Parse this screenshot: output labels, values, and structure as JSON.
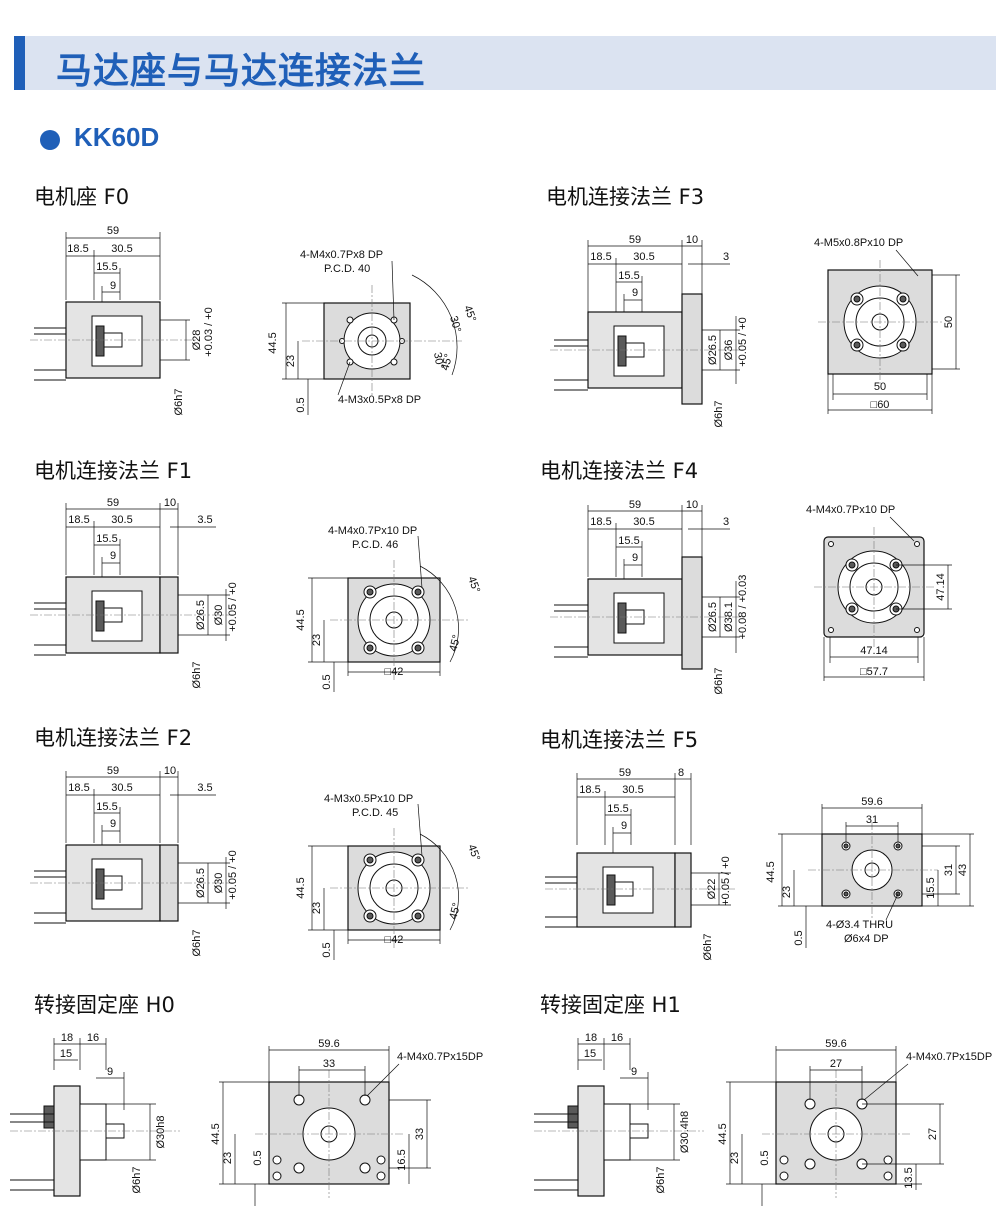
{
  "header": {
    "title": "马达座与马达连接法兰"
  },
  "section": {
    "label": "KK60D"
  },
  "drawings": [
    {
      "id": "F0",
      "title": "电机座 F0",
      "side": {
        "top": "59",
        "d1": "18.5",
        "d2": "30.5",
        "d3": "15.5",
        "d4": "9",
        "v1": "Ø28",
        "v1tol": "+0.03 / +0",
        "v2": "Ø6h7"
      },
      "front": {
        "callout1": "4-M4x0.7Px8 DP",
        "callout2": "P.C.D. 40",
        "callout3": "4-M3x0.5Px8 DP",
        "h1": "44.5",
        "h2": "23",
        "h3": "0.5",
        "a1": "45°",
        "a2": "30°",
        "a3": "30°",
        "a4": "45°"
      }
    },
    {
      "id": "F3",
      "title": "电机连接法兰  F3",
      "side": {
        "top": "59",
        "top2": "10",
        "d1": "18.5",
        "d2": "30.5",
        "d3": "15.5",
        "d4": "9",
        "d5": "3",
        "v1": "Ø26.5",
        "v2": "Ø36",
        "v2tol": "+0.05 / +0",
        "v3": "Ø6h7"
      },
      "front": {
        "callout1": "4-M5x0.8Px10 DP",
        "h1": "50",
        "w1": "50",
        "w2": "□60"
      }
    },
    {
      "id": "F1",
      "title": "电机连接法兰  F1",
      "side": {
        "top": "59",
        "top2": "10",
        "d1": "18.5",
        "d2": "30.5",
        "d3": "15.5",
        "d4": "9",
        "d5": "3.5",
        "v1": "Ø26.5",
        "v2": "Ø30",
        "v2tol": "+0.05 / +0",
        "v3": "Ø6h7"
      },
      "front": {
        "callout1": "4-M4x0.7Px10 DP",
        "callout2": "P.C.D. 46",
        "h1": "44.5",
        "h2": "23",
        "h3": "0.5",
        "w1": "□42",
        "a1": "45°",
        "a2": "45°"
      }
    },
    {
      "id": "F4",
      "title": "电机连接法兰  F4",
      "side": {
        "top": "59",
        "top2": "10",
        "d1": "18.5",
        "d2": "30.5",
        "d3": "15.5",
        "d4": "9",
        "d5": "3",
        "v1": "Ø26.5",
        "v2": "Ø38.1",
        "v2tol": "+0.08 / +0.03",
        "v3": "Ø6h7"
      },
      "front": {
        "callout1": "4-M4x0.7Px10 DP",
        "h1": "47.14",
        "w1": "47.14",
        "w2": "□57.7"
      }
    },
    {
      "id": "F2",
      "title": "电机连接法兰  F2",
      "side": {
        "top": "59",
        "top2": "10",
        "d1": "18.5",
        "d2": "30.5",
        "d3": "15.5",
        "d4": "9",
        "d5": "3.5",
        "v1": "Ø26.5",
        "v2": "Ø30",
        "v2tol": "+0.05 / +0",
        "v3": "Ø6h7"
      },
      "front": {
        "callout1": "4-M3x0.5Px10 DP",
        "callout2": "P.C.D. 45",
        "h1": "44.5",
        "h2": "23",
        "h3": "0.5",
        "w1": "□42",
        "a1": "45°",
        "a2": "45°"
      }
    },
    {
      "id": "F5",
      "title": "电机连接法兰  F5",
      "side": {
        "top": "59",
        "top2": "8",
        "d1": "18.5",
        "d2": "30.5",
        "d3": "15.5",
        "d4": "9",
        "v1": "Ø22",
        "v1tol": "+0.05 / +0",
        "v2": "Ø6h7"
      },
      "front": {
        "w1": "59.6",
        "w2": "31",
        "h1": "44.5",
        "h2": "23",
        "h3": "0.5",
        "h4": "15.5",
        "h5": "31",
        "h6": "43",
        "callout1": "4-Ø3.4 THRU",
        "callout2": "Ø6x4 DP"
      }
    },
    {
      "id": "H0",
      "title": "转接固定座 H0",
      "side": {
        "d1": "18",
        "d2": "16",
        "d3": "15",
        "d4": "9",
        "v1": "Ø30h8",
        "v2": "Ø6h7"
      },
      "front": {
        "w1": "59.6",
        "w2": "33",
        "callout1": "4-M4x0.7Px15DP",
        "h1": "44.5",
        "h2": "23",
        "h3": "0.5",
        "h4": "16.5",
        "h5": "33"
      }
    },
    {
      "id": "H1",
      "title": "转接固定座  H1",
      "side": {
        "d1": "18",
        "d2": "16",
        "d3": "15",
        "d4": "9",
        "v1": "Ø30.4h8",
        "v2": "Ø6h7"
      },
      "front": {
        "w1": "59.6",
        "w2": "27",
        "callout1": "4-M4x0.7Px15DP",
        "h1": "44.5",
        "h2": "23",
        "h3": "0.5",
        "h4": "13.5",
        "h5": "27"
      }
    }
  ]
}
